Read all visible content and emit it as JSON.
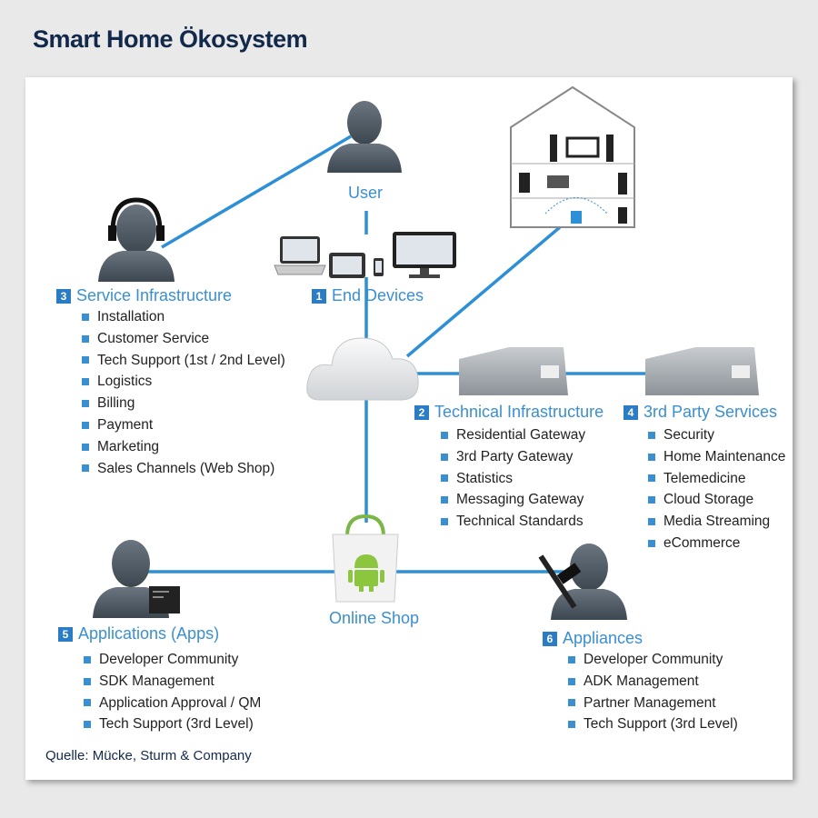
{
  "title": "Smart Home Ökosystem",
  "user_label": "User",
  "online_shop_label": "Online Shop",
  "sections": {
    "end_devices": {
      "num": "1",
      "title": "End Devices"
    },
    "technical": {
      "num": "2",
      "title": "Technical Infrastructure",
      "items": [
        "Residential Gateway",
        "3rd Party Gateway",
        "Statistics",
        "Messaging Gateway",
        "Technical Standards"
      ]
    },
    "service": {
      "num": "3",
      "title": "Service Infrastructure",
      "items": [
        "Installation",
        "Customer Service",
        "Tech Support (1st / 2nd Level)",
        "Logistics",
        "Billing",
        "Payment",
        "Marketing",
        "Sales Channels (Web Shop)"
      ]
    },
    "third_party": {
      "num": "4",
      "title": "3rd Party Services",
      "items": [
        "Security",
        "Home Maintenance",
        "Telemedicine",
        "Cloud Storage",
        "Media Streaming",
        "eCommerce"
      ]
    },
    "apps": {
      "num": "5",
      "title": "Applications (Apps)",
      "items": [
        "Developer Community",
        "SDK Management",
        "Application Approval / QM",
        "Tech Support (3rd Level)"
      ]
    },
    "appliances": {
      "num": "6",
      "title": "Appliances",
      "items": [
        "Developer Community",
        "ADK Management",
        "Partner Management",
        "Tech Support (3rd Level)"
      ]
    }
  },
  "source": "Quelle: Mücke, Sturm & Company",
  "colors": {
    "accent": "#3a8fd0",
    "title": "#13294b",
    "person": "#4a5560"
  }
}
